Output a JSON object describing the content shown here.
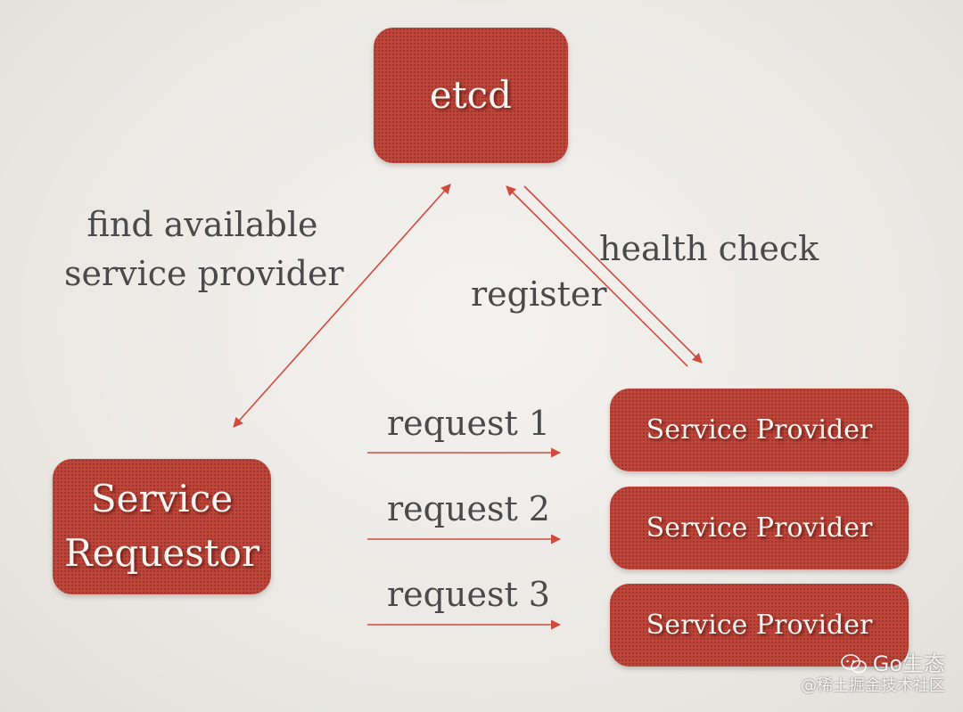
{
  "diagram": {
    "nodes": {
      "etcd": "etcd",
      "requestor_line1": "Service",
      "requestor_line2": "Requestor",
      "providers": [
        "Service Provider",
        "Service Provider",
        "Service Provider"
      ]
    },
    "labels": {
      "find_line1": "find available",
      "find_line2": "service provider",
      "health_check": "health check",
      "register": "register",
      "requests": [
        "request 1",
        "request 2",
        "request 3"
      ]
    },
    "colors": {
      "node_fill": "#c0453a",
      "arrow": "#d24a3c",
      "text": "#4a4a4a"
    }
  },
  "watermark": {
    "channel": "Go生态",
    "source": "@稀土掘金技术社区",
    "icon": "wechat-icon"
  }
}
